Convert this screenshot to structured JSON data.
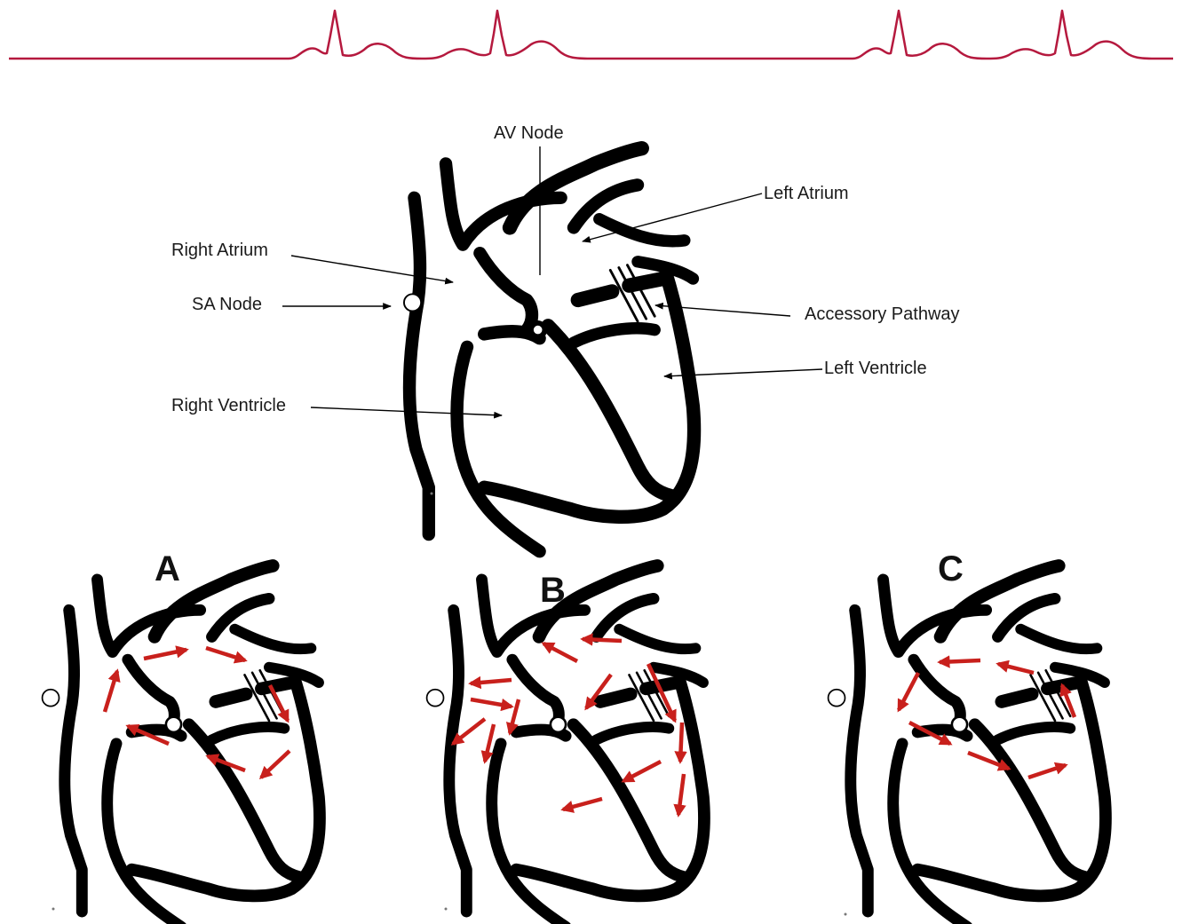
{
  "labels": {
    "av_node": "AV Node",
    "left_atrium": "Left Atrium",
    "right_atrium": "Right Atrium",
    "sa_node": "SA Node",
    "accessory_pathway": "Accessory Pathway",
    "left_ventricle": "Left Ventricle",
    "right_ventricle": "Right Ventricle"
  },
  "panels": [
    "A",
    "B",
    "C"
  ],
  "colors": {
    "ecg_trace": "#b5193e",
    "conduction_arrows": "#c8201c",
    "heart_walls": "#000000"
  }
}
